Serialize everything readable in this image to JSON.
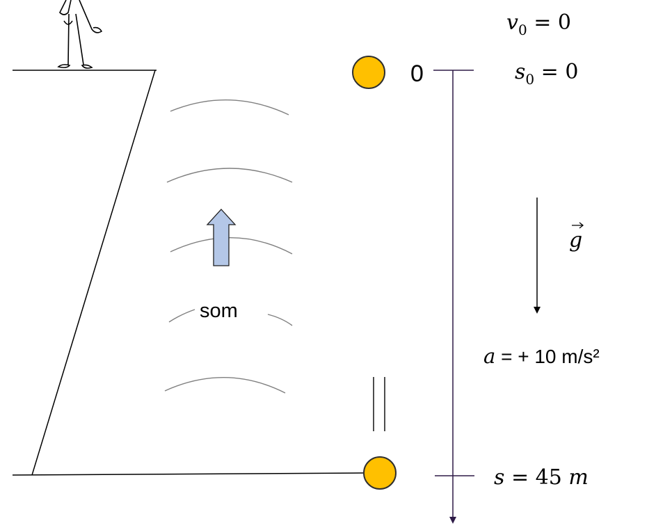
{
  "labels": {
    "origin_tick": "0",
    "sound": "som",
    "v0": {
      "var": "v",
      "sub": "0",
      "rhs": " = 0"
    },
    "s0": {
      "var": "s",
      "sub": "0",
      "rhs": " = 0"
    },
    "gravity": "g",
    "acceleration": {
      "var": "a",
      "rhs": " = + 10 m/s²"
    },
    "final_position": {
      "lhs": "s",
      "eq": " = 45 ",
      "unit": "m"
    }
  },
  "colors": {
    "ball_fill": "#FFC000",
    "ball_stroke": "#2F2F2F",
    "arrow_fill": "#B4C7E7",
    "arrow_stroke": "#1F1F1F",
    "axis": "#2E1A47",
    "wave": "#7F7F7F",
    "line": "#000000"
  }
}
